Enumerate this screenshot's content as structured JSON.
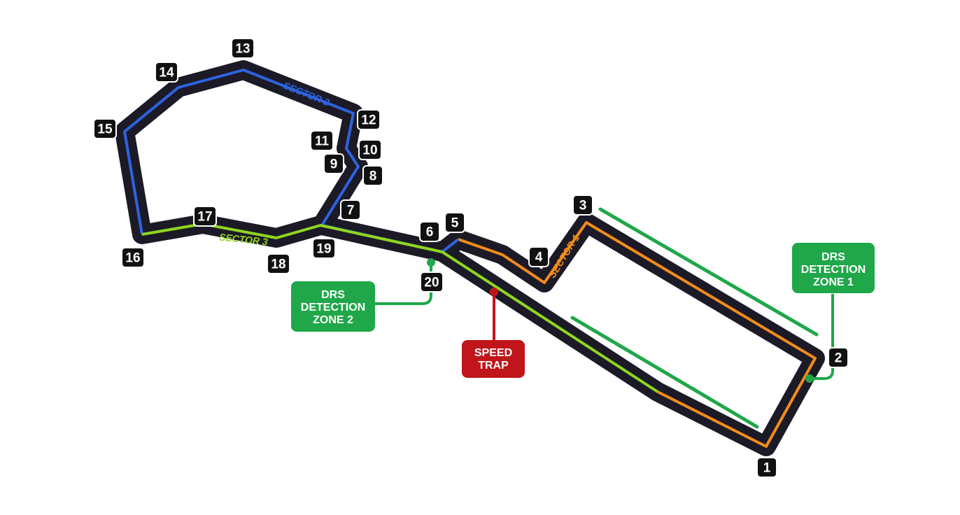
{
  "colors": {
    "track": "#1c1a26",
    "sector1": "#f28c1b",
    "sector2": "#2d63e0",
    "sector3": "#8fd61f",
    "drs": "#1fa74a",
    "speed_trap": "#c0151a",
    "marker": "#111111"
  },
  "turns": [
    "1",
    "2",
    "3",
    "4",
    "5",
    "6",
    "7",
    "8",
    "9",
    "10",
    "11",
    "12",
    "13",
    "14",
    "15",
    "16",
    "17",
    "18",
    "19",
    "20"
  ],
  "sectors": {
    "sector1": "SECTOR 1",
    "sector2": "SECTOR 2",
    "sector3": "SECTOR 3"
  },
  "callouts": {
    "drs1": [
      "DRS",
      "DETECTION",
      "ZONE 1"
    ],
    "drs2": [
      "DRS",
      "DETECTION",
      "ZONE 2"
    ],
    "speed_trap": [
      "SPEED",
      "TRAP"
    ]
  }
}
